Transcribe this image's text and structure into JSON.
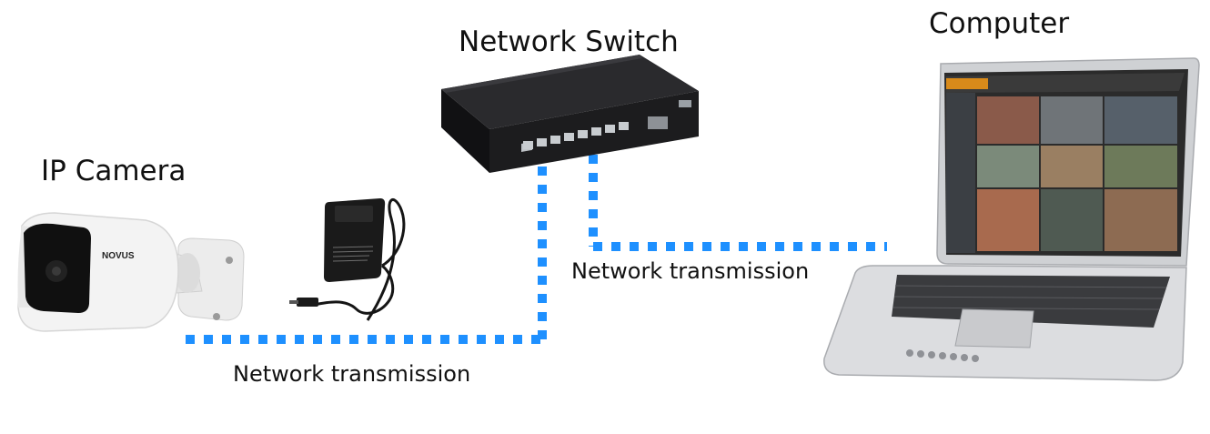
{
  "labels": {
    "network_switch": "Network Switch",
    "computer": "Computer",
    "ip_camera": "IP Camera",
    "network_transmission_upper": "Network transmission",
    "network_transmission_lower": "Network transmission"
  },
  "camera": {
    "brand": "NOVUS"
  },
  "colors": {
    "link": "#1e90ff",
    "switch_body": "#1c1c1e",
    "laptop_body": "#d9dadc",
    "camera_body": "#f2f2f2"
  },
  "icons": [
    "ip-camera-icon",
    "power-adapter-icon",
    "network-switch-icon",
    "laptop-icon"
  ]
}
